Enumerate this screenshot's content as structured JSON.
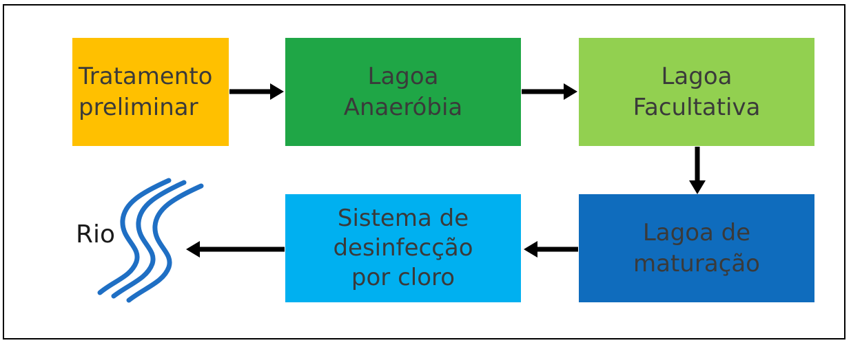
{
  "diagram": {
    "nodes": [
      {
        "id": "preliminar",
        "label": "Tratamento\npreliminar",
        "color": "#ffc000"
      },
      {
        "id": "anaerobia",
        "label": "Lagoa\nAnaeróbia",
        "color": "#1fa646"
      },
      {
        "id": "facultativa",
        "label": "Lagoa\nFacultativa",
        "color": "#92d050"
      },
      {
        "id": "maturacao",
        "label": "Lagoa de\nmaturação",
        "color": "#0f6cbd"
      },
      {
        "id": "desinfeccao",
        "label": "Sistema de\ndesinfecção\npor cloro",
        "color": "#00b0f0"
      }
    ],
    "river_label": "Rio",
    "river_color": "#1f6fc4",
    "edges": [
      {
        "from": "preliminar",
        "to": "anaerobia"
      },
      {
        "from": "anaerobia",
        "to": "facultativa"
      },
      {
        "from": "facultativa",
        "to": "maturacao"
      },
      {
        "from": "maturacao",
        "to": "desinfeccao"
      },
      {
        "from": "desinfeccao",
        "to": "rio"
      }
    ]
  }
}
